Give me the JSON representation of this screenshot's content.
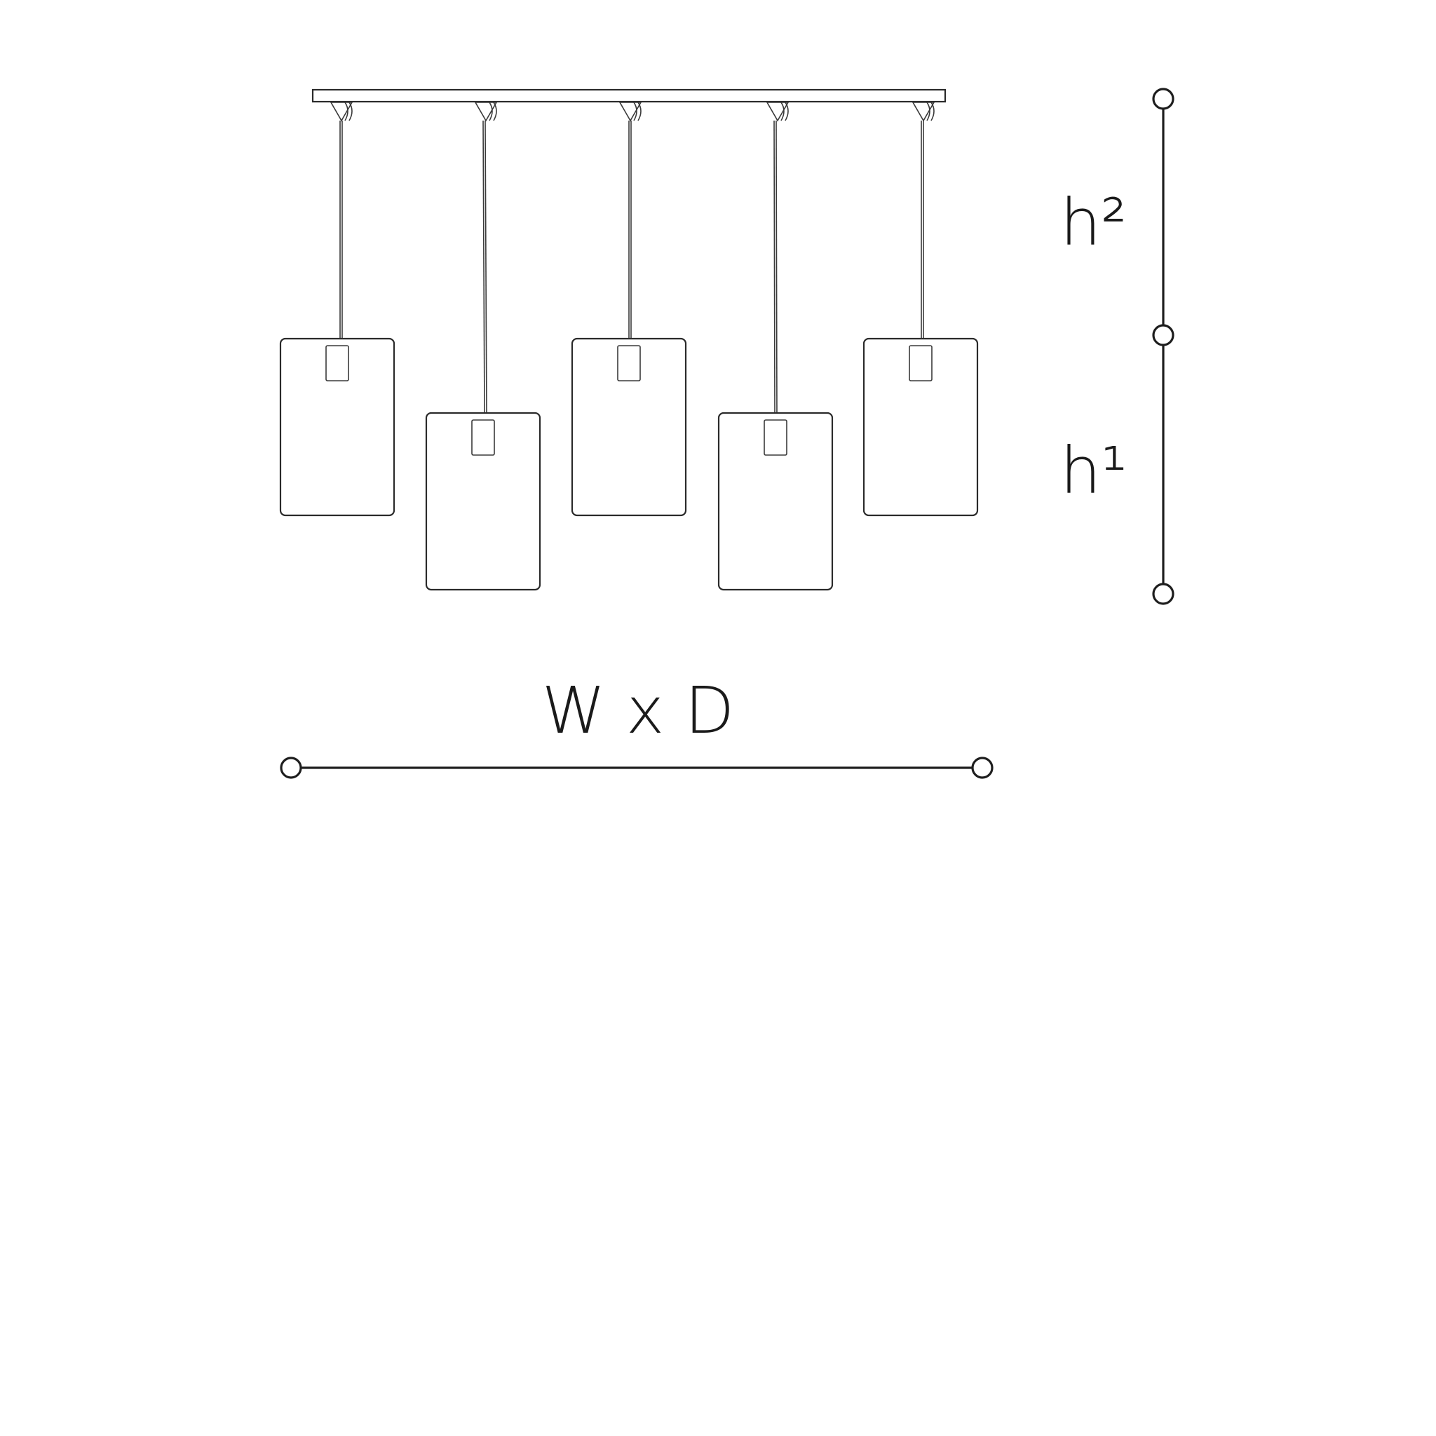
{
  "labels": {
    "h2": "h²",
    "h1": "h¹",
    "width_depth": "W x D"
  },
  "colors": {
    "line": "#1e1e1e",
    "background": "#ffffff"
  }
}
